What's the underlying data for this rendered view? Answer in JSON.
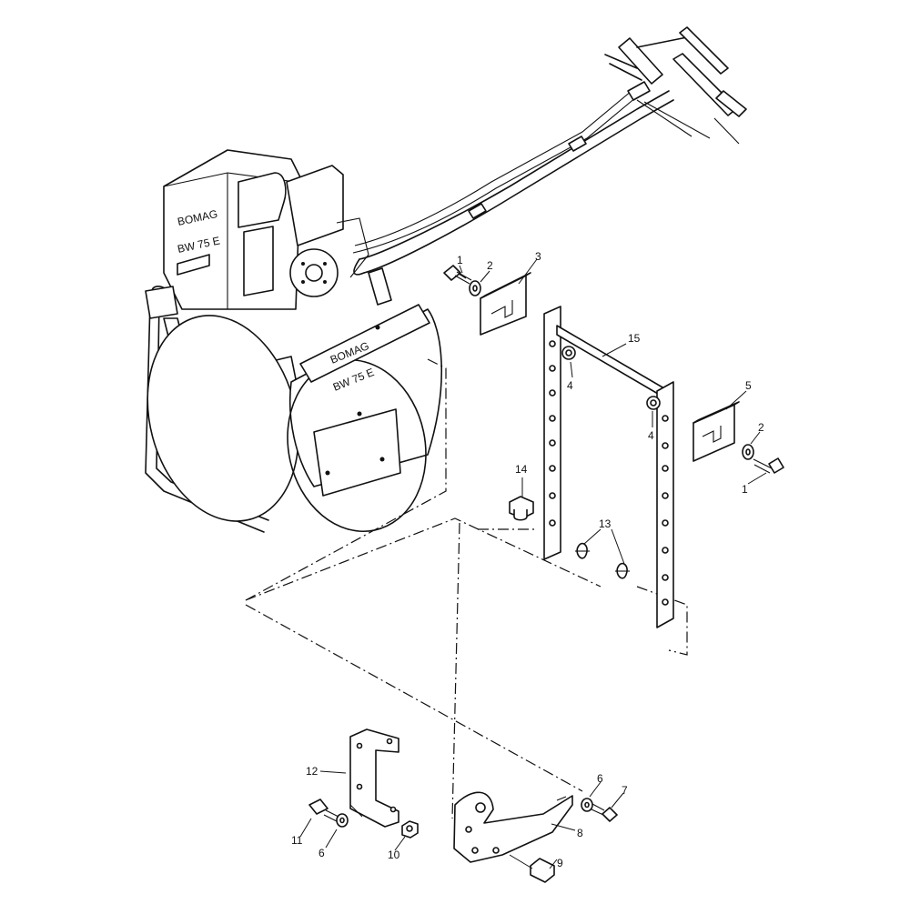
{
  "machine": {
    "engine_brand": "BOMAG",
    "engine_model": "BW 75 E",
    "frame_brand": "BOMAG",
    "frame_model": "BW 75 E"
  },
  "callouts": [
    {
      "id": "c1a",
      "text": "1"
    },
    {
      "id": "c2a",
      "text": "2"
    },
    {
      "id": "c3",
      "text": "3"
    },
    {
      "id": "c15",
      "text": "15"
    },
    {
      "id": "c4a",
      "text": "4"
    },
    {
      "id": "c4b",
      "text": "4"
    },
    {
      "id": "c5",
      "text": "5"
    },
    {
      "id": "c2b",
      "text": "2"
    },
    {
      "id": "c1b",
      "text": "1"
    },
    {
      "id": "c14",
      "text": "14"
    },
    {
      "id": "c13",
      "text": "13"
    },
    {
      "id": "c12",
      "text": "12"
    },
    {
      "id": "c6a",
      "text": "6"
    },
    {
      "id": "c7",
      "text": "7"
    },
    {
      "id": "c8",
      "text": "8"
    },
    {
      "id": "c11",
      "text": "11"
    },
    {
      "id": "c6b",
      "text": "6"
    },
    {
      "id": "c10",
      "text": "10"
    },
    {
      "id": "c9",
      "text": "9"
    }
  ]
}
